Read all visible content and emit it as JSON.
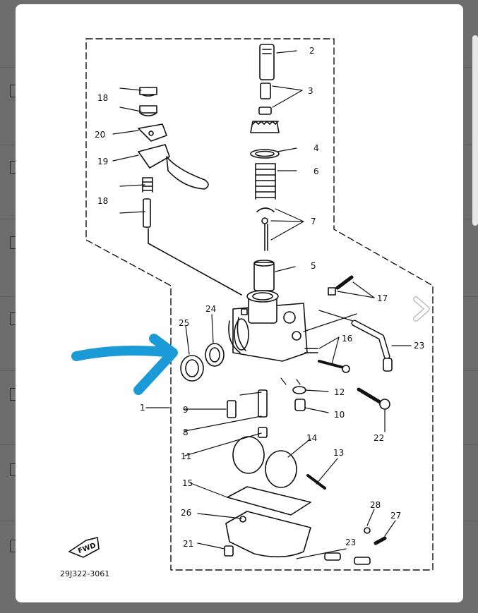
{
  "diagram": {
    "part_code": "29J322-3061",
    "fwd_label": "FWD",
    "callouts": [
      "1",
      "2",
      "3",
      "4",
      "5",
      "6",
      "7",
      "8",
      "9",
      "10",
      "11",
      "12",
      "13",
      "14",
      "15",
      "16",
      "17",
      "18",
      "18",
      "19",
      "20",
      "21",
      "22",
      "23",
      "23",
      "24",
      "25",
      "26",
      "27",
      "28"
    ]
  },
  "colors": {
    "arrow": "#1b9ad8",
    "line": "#111111",
    "card": "#ffffff",
    "scrim": "#000000"
  },
  "icons": {
    "next": "chevron-right-icon",
    "pointer": "arrow-annotation-icon"
  }
}
